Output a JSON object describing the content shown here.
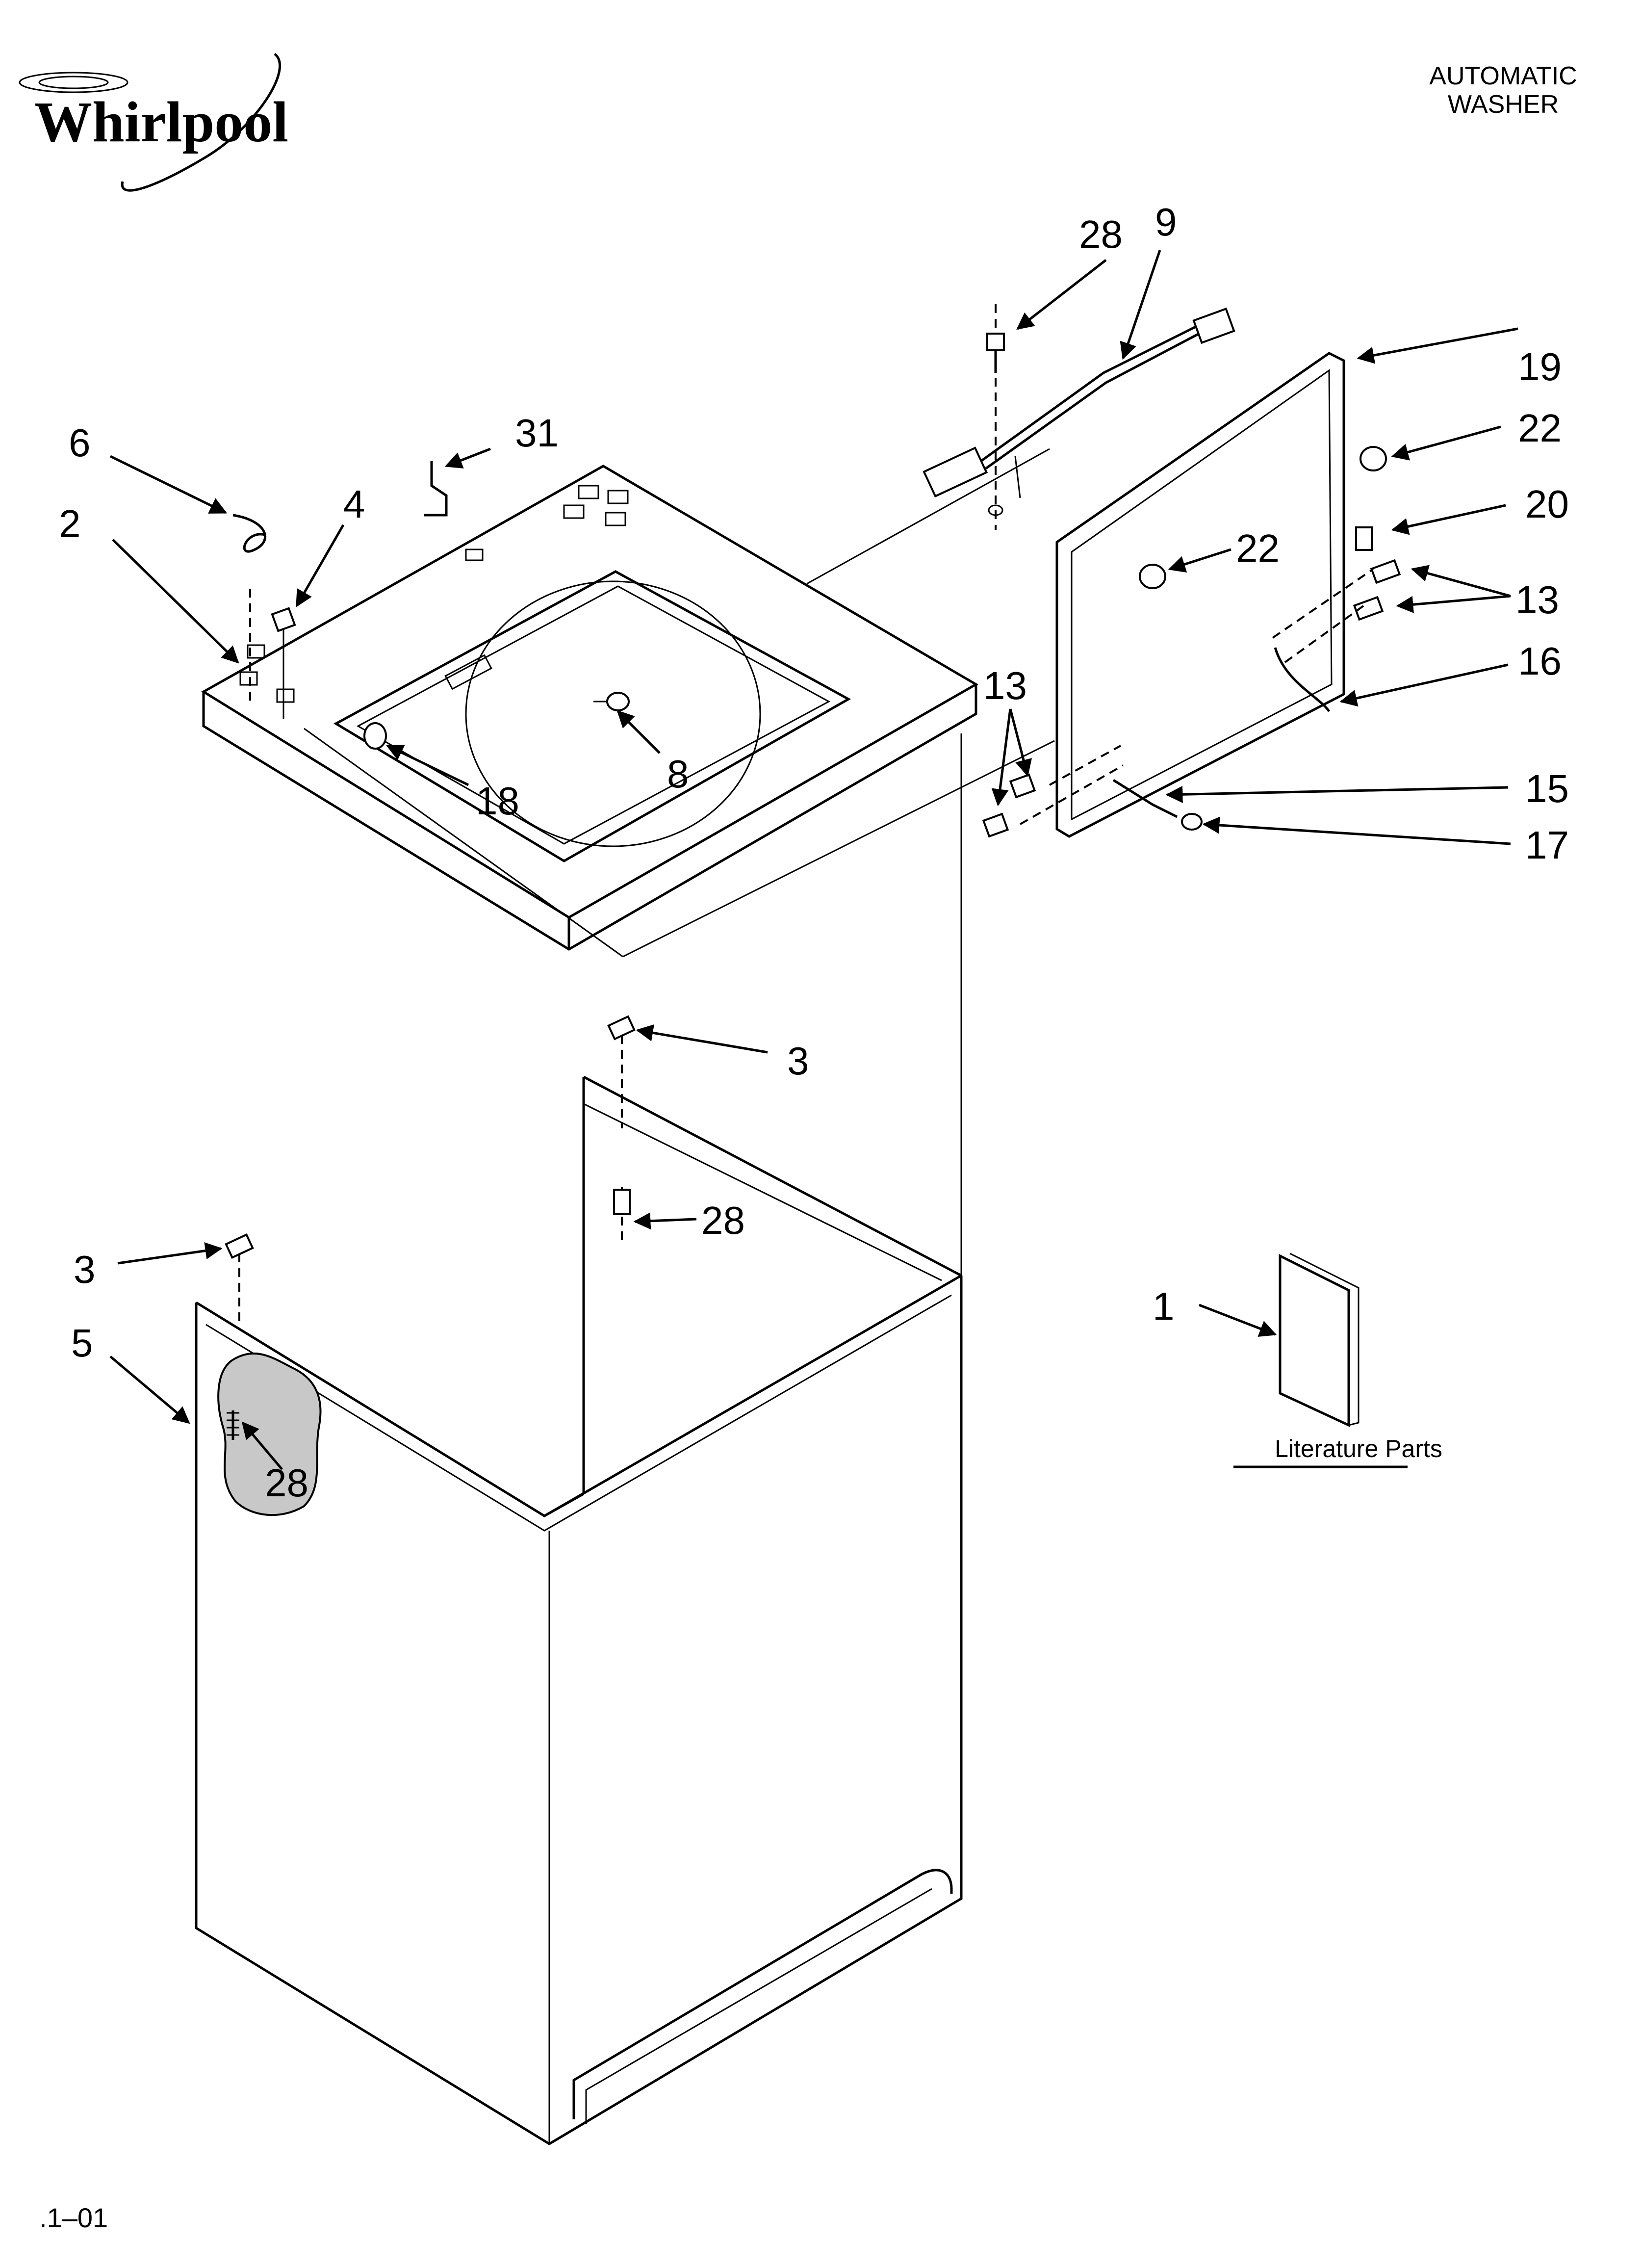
{
  "brand": {
    "logo_text": "Whirlpool"
  },
  "header": {
    "title_line1": "AUTOMATIC",
    "title_line2": "WASHER"
  },
  "callouts": {
    "c28_top": "28",
    "c9": "9",
    "c19": "19",
    "c22_right": "22",
    "c20": "20",
    "c22_inner": "22",
    "c13_right": "13",
    "c16": "16",
    "c13_left": "13",
    "c15": "15",
    "c17": "17",
    "c31": "31",
    "c6": "6",
    "c4": "4",
    "c2": "2",
    "c8": "8",
    "c18": "18",
    "c3_top": "3",
    "c28_mid": "28",
    "c3_left": "3",
    "c5": "5",
    "c28_inset": "28",
    "c1": "1"
  },
  "literature": {
    "label": "Literature Parts"
  },
  "footer": {
    "code": ".1–01"
  },
  "colors": {
    "ink": "#000000",
    "paper": "#ffffff",
    "inset": "#c8c8c8"
  }
}
